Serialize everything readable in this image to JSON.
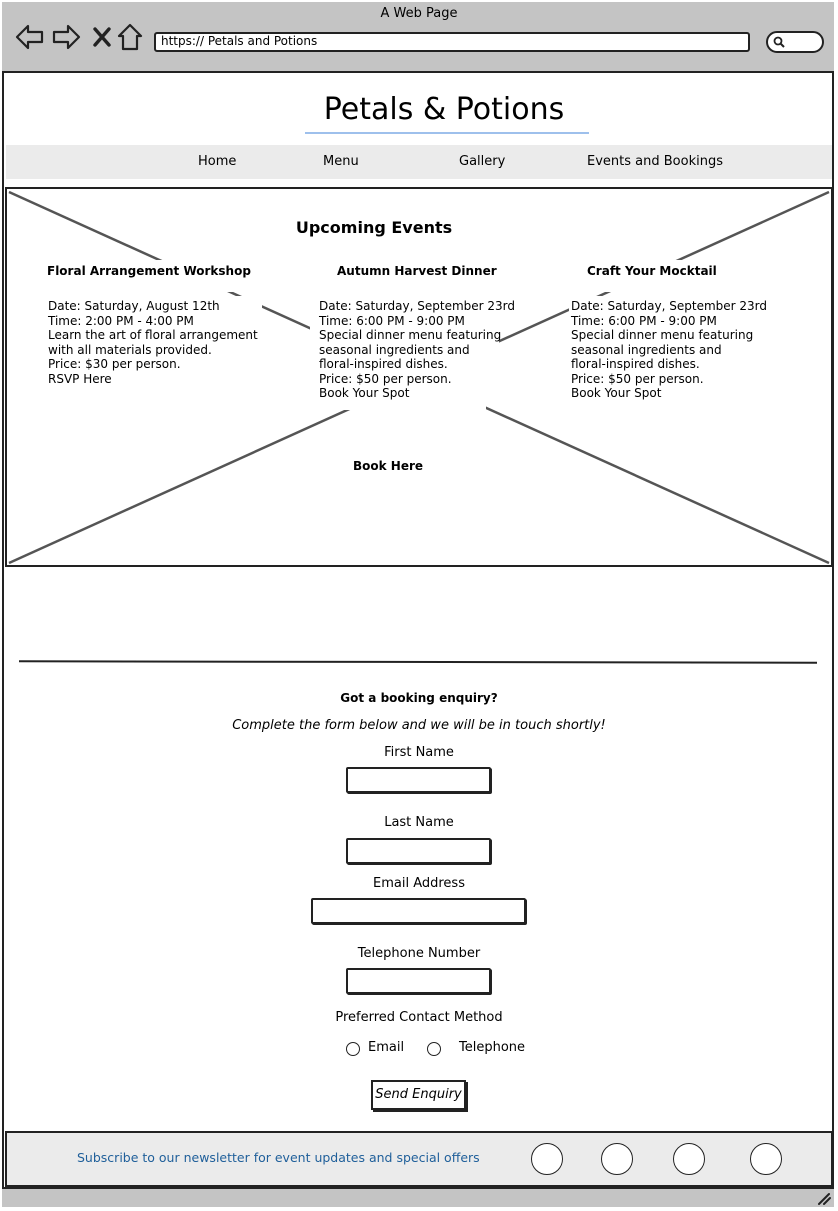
{
  "browser": {
    "window_title": "A Web Page",
    "address": "https:// Petals and Potions"
  },
  "site": {
    "title": "Petals & Potions"
  },
  "nav": {
    "items": [
      "Home",
      "Menu",
      "Gallery",
      "Events and Bookings"
    ]
  },
  "events": {
    "heading": "Upcoming Events",
    "cards": [
      {
        "title": "Floral Arrangement Workshop",
        "lines": [
          "Date: Saturday, August 12th",
          "Time: 2:00 PM - 4:00 PM",
          "Learn the art of floral arrangement",
          "with all materials provided.",
          "Price: $30 per person.",
          "RSVP Here"
        ]
      },
      {
        "title": "Autumn Harvest Dinner",
        "lines": [
          "Date: Saturday, September 23rd",
          "Time: 6:00 PM - 9:00 PM",
          "Special dinner menu featuring",
          "seasonal ingredients and",
          "floral-inspired dishes.",
          "Price: $50 per person.",
          "Book Your Spot"
        ]
      },
      {
        "title": "Craft Your Mocktail",
        "lines": [
          "Date: Saturday, September 23rd",
          "Time: 6:00 PM - 9:00 PM",
          "Special dinner menu featuring",
          "seasonal ingredients and",
          "floral-inspired dishes.",
          "Price: $50 per person.",
          "Book Your Spot"
        ]
      }
    ],
    "book_label": "Book Here"
  },
  "enquiry": {
    "heading": "Got a booking enquiry?",
    "subheading": "Complete the form below and we will be in touch shortly!",
    "fields": {
      "first_name": "First Name",
      "last_name": "Last Name",
      "email": "Email Address",
      "telephone": "Telephone Number"
    },
    "contact_method": {
      "label": "Preferred Contact Method",
      "options": [
        "Email",
        "Telephone"
      ]
    },
    "send_label": "Send Enquiry"
  },
  "footer": {
    "newsletter": "Subscribe to our newsletter for event updates and special offers",
    "social_icons": [
      "social-icon-1",
      "social-icon-2",
      "social-icon-3",
      "social-icon-4"
    ]
  }
}
